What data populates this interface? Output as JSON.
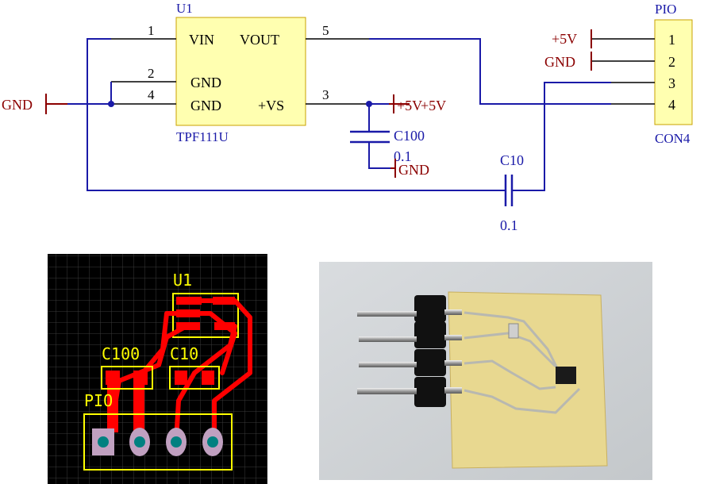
{
  "colors": {
    "wire": "#1a1aa8",
    "pin_line": "#000000",
    "power_label": "#8b0000",
    "comp_fill": "#ffffb0",
    "comp_border": "#c8a000",
    "comp_label": "#1a1aa8",
    "pcb_bg": "#000000",
    "pcb_grid": "#3a3a3a",
    "pcb_trace": "#ff0000",
    "pcb_silk": "#ffff00",
    "pcb_pad_ring": "#c0a0c0",
    "pcb_pad_center": "#008080"
  },
  "schematic": {
    "u1": {
      "ref": "U1",
      "part": "TPF111U",
      "pin_labels": {
        "vin": "VIN",
        "vout": "VOUT",
        "gnd_a": "GND",
        "gnd_b": "GND",
        "vs": "+VS"
      },
      "pin_numbers": {
        "p1": "1",
        "p5": "5",
        "p2": "2",
        "p4": "4",
        "p3": "3"
      }
    },
    "pio": {
      "ref": "PIO",
      "part": "CON4",
      "pin_numbers": [
        "1",
        "2",
        "3",
        "4"
      ],
      "pin_labels": {
        "vcc": "+5V",
        "gnd": "GND"
      }
    },
    "c100": {
      "ref": "C100",
      "value": "0.1"
    },
    "c10": {
      "ref": "C10",
      "value": "0.1"
    },
    "power": {
      "gnd_left": "GND",
      "vcc_u1_a": "+5V",
      "vcc_u1_b": "+5V",
      "gnd_c100": "GND"
    }
  },
  "pcb": {
    "labels": {
      "u1": "U1",
      "c100": "C100",
      "c10": "C10",
      "pio": "PIO"
    }
  },
  "photo": {
    "icon": "pcb-photo-icon"
  }
}
